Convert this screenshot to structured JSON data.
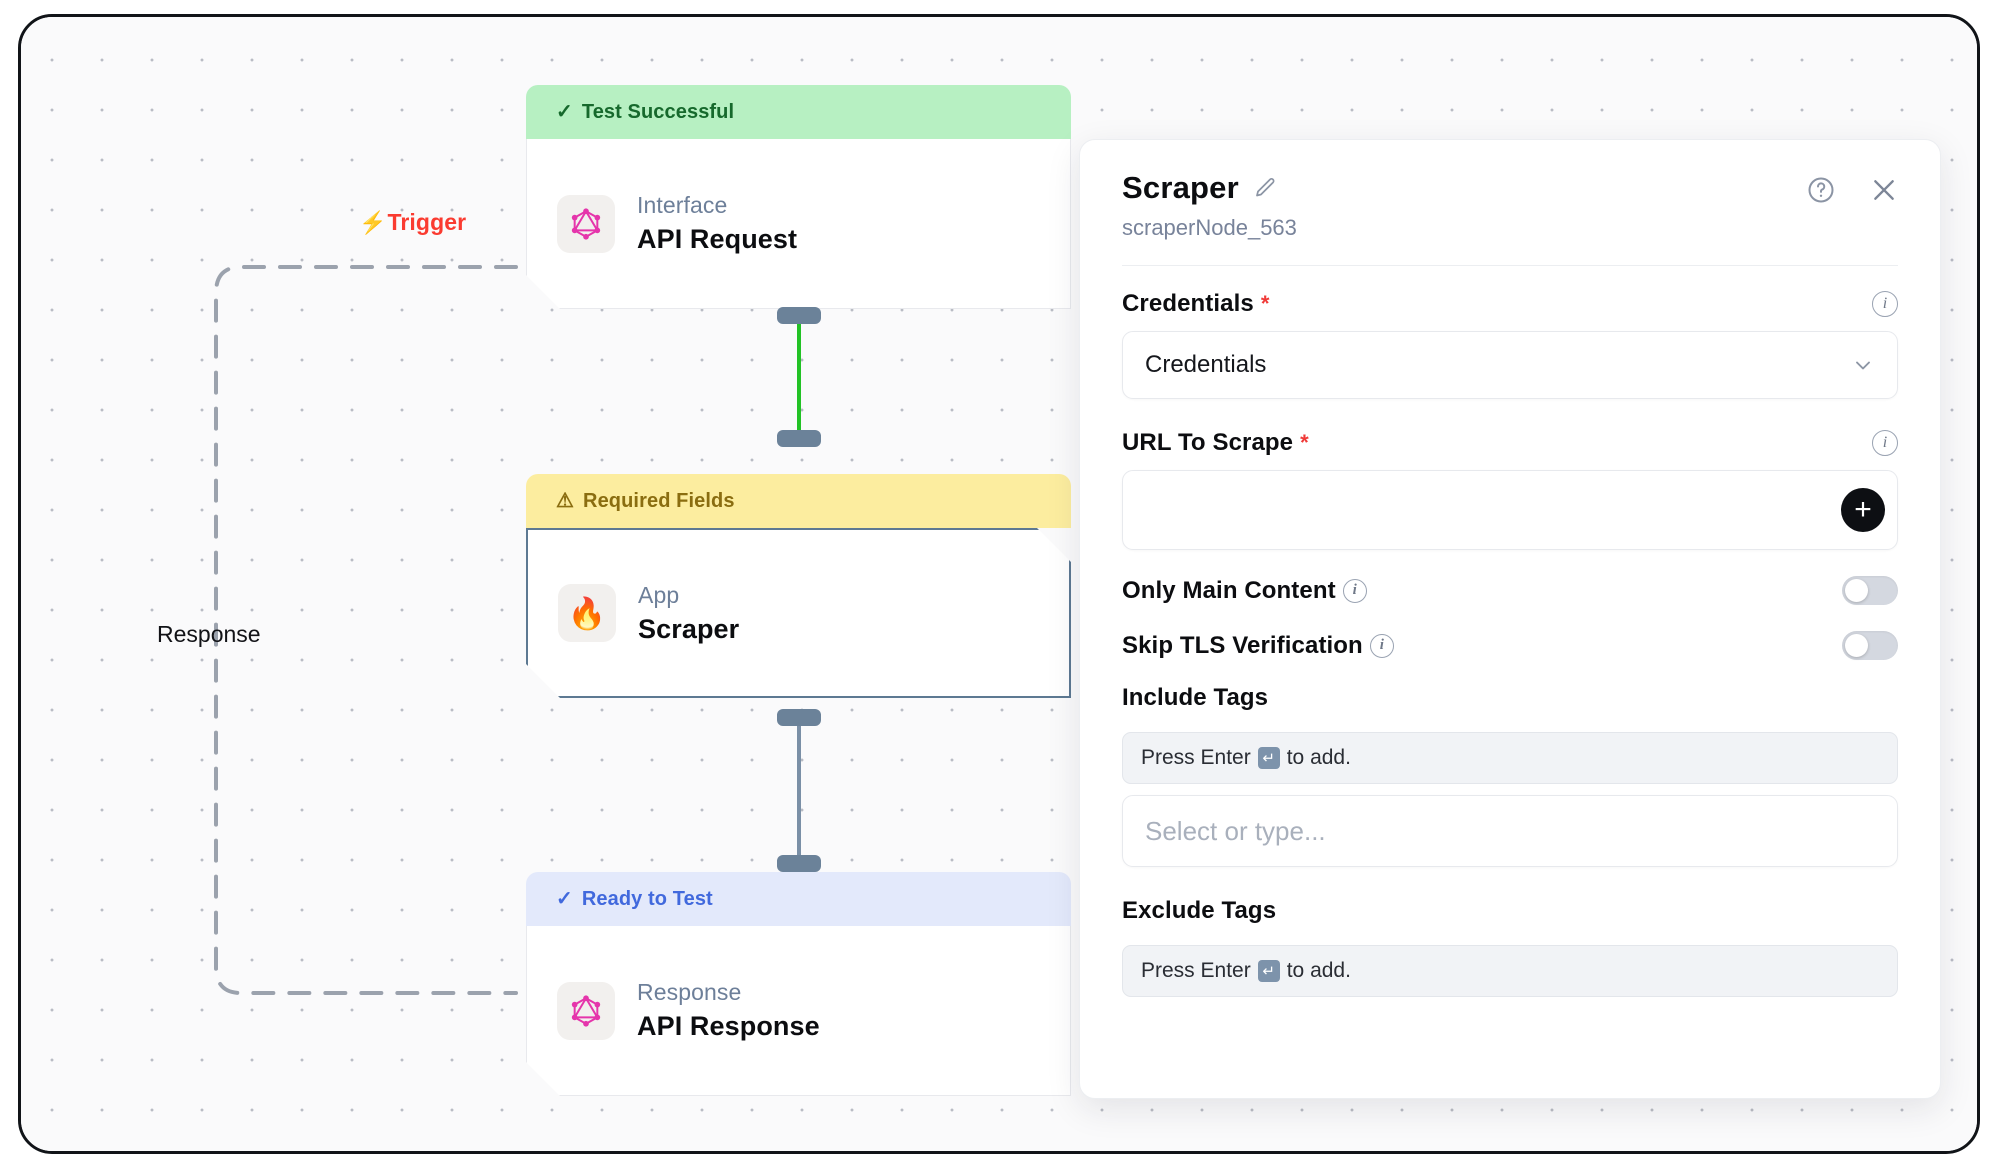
{
  "canvas": {
    "trigger_label": "Trigger",
    "trigger_icon": "lightning-bolt-icon",
    "response_label": "Response"
  },
  "nodes": [
    {
      "status_text": "Test Successful",
      "status_icon": "check-icon",
      "status_glyph": "✓",
      "kind": "Interface",
      "title": "API Request",
      "icon": "graphql-icon"
    },
    {
      "status_text": "Required Fields",
      "status_icon": "warning-triangle-icon",
      "status_glyph": "⚠",
      "kind": "App",
      "title": "Scraper",
      "icon": "flame-icon"
    },
    {
      "status_text": "Ready to Test",
      "status_icon": "check-icon",
      "status_glyph": "✓",
      "kind": "Response",
      "title": "API Response",
      "icon": "graphql-icon"
    }
  ],
  "panel": {
    "title": "Scraper",
    "edit_icon": "pencil-icon",
    "node_id": "scraperNode_563",
    "help_icon": "help-circle-icon",
    "close_icon": "close-icon",
    "fields": {
      "credentials": {
        "label": "Credentials",
        "required_marker": "*",
        "info_icon": "info-icon",
        "value": "Credentials",
        "chevron": "chevron-down-icon"
      },
      "url_to_scrape": {
        "label": "URL To Scrape",
        "required_marker": "*",
        "info_icon": "info-icon",
        "value": "",
        "add_button": "+"
      },
      "only_main_content": {
        "label": "Only Main Content",
        "info_icon": "info-icon",
        "enabled": false
      },
      "skip_tls_verification": {
        "label": "Skip TLS Verification",
        "info_icon": "info-icon",
        "enabled": false
      },
      "include_tags": {
        "label": "Include Tags",
        "hint_prefix": "Press Enter",
        "hint_key": "↵",
        "hint_suffix": "to add.",
        "placeholder": "Select or type..."
      },
      "exclude_tags": {
        "label": "Exclude Tags",
        "hint_prefix": "Press Enter",
        "hint_key": "↵",
        "hint_suffix": "to add."
      }
    }
  },
  "colors": {
    "success": "#b7f0c2",
    "warning": "#fced9f",
    "ready": "#e3e9fb",
    "trigger": "#fa3b30",
    "edge_active": "#22c225",
    "edge_idle": "#7a8fa6",
    "selected_border": "#5d7992"
  }
}
